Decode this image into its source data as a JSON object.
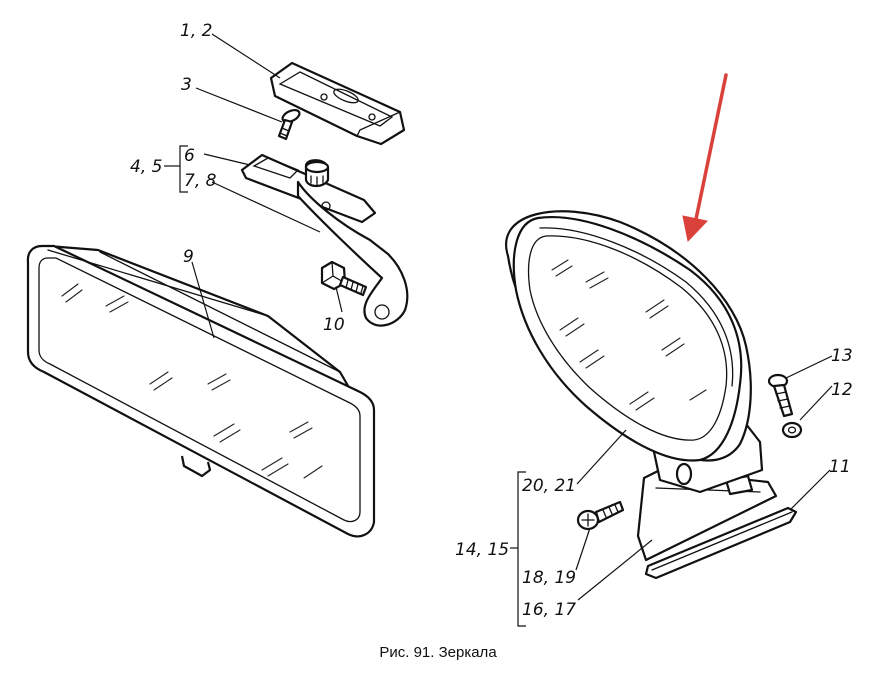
{
  "caption": "Рис. 91. Зеркала",
  "labels": {
    "l_1_2": "1, 2",
    "l_3": "3",
    "l_4_5": "4, 5",
    "l_6": "6",
    "l_7_8": "7, 8",
    "l_9": "9",
    "l_10": "10",
    "l_11": "11",
    "l_12": "12",
    "l_13": "13",
    "l_14_15": "14, 15",
    "l_16_17": "16, 17",
    "l_18_19": "18, 19",
    "l_20_21": "20, 21"
  },
  "colors": {
    "ink": "#111111",
    "arrow": "#d9413a",
    "background": "#ffffff"
  },
  "icons": {
    "pointer": "red-arrow-icon"
  }
}
